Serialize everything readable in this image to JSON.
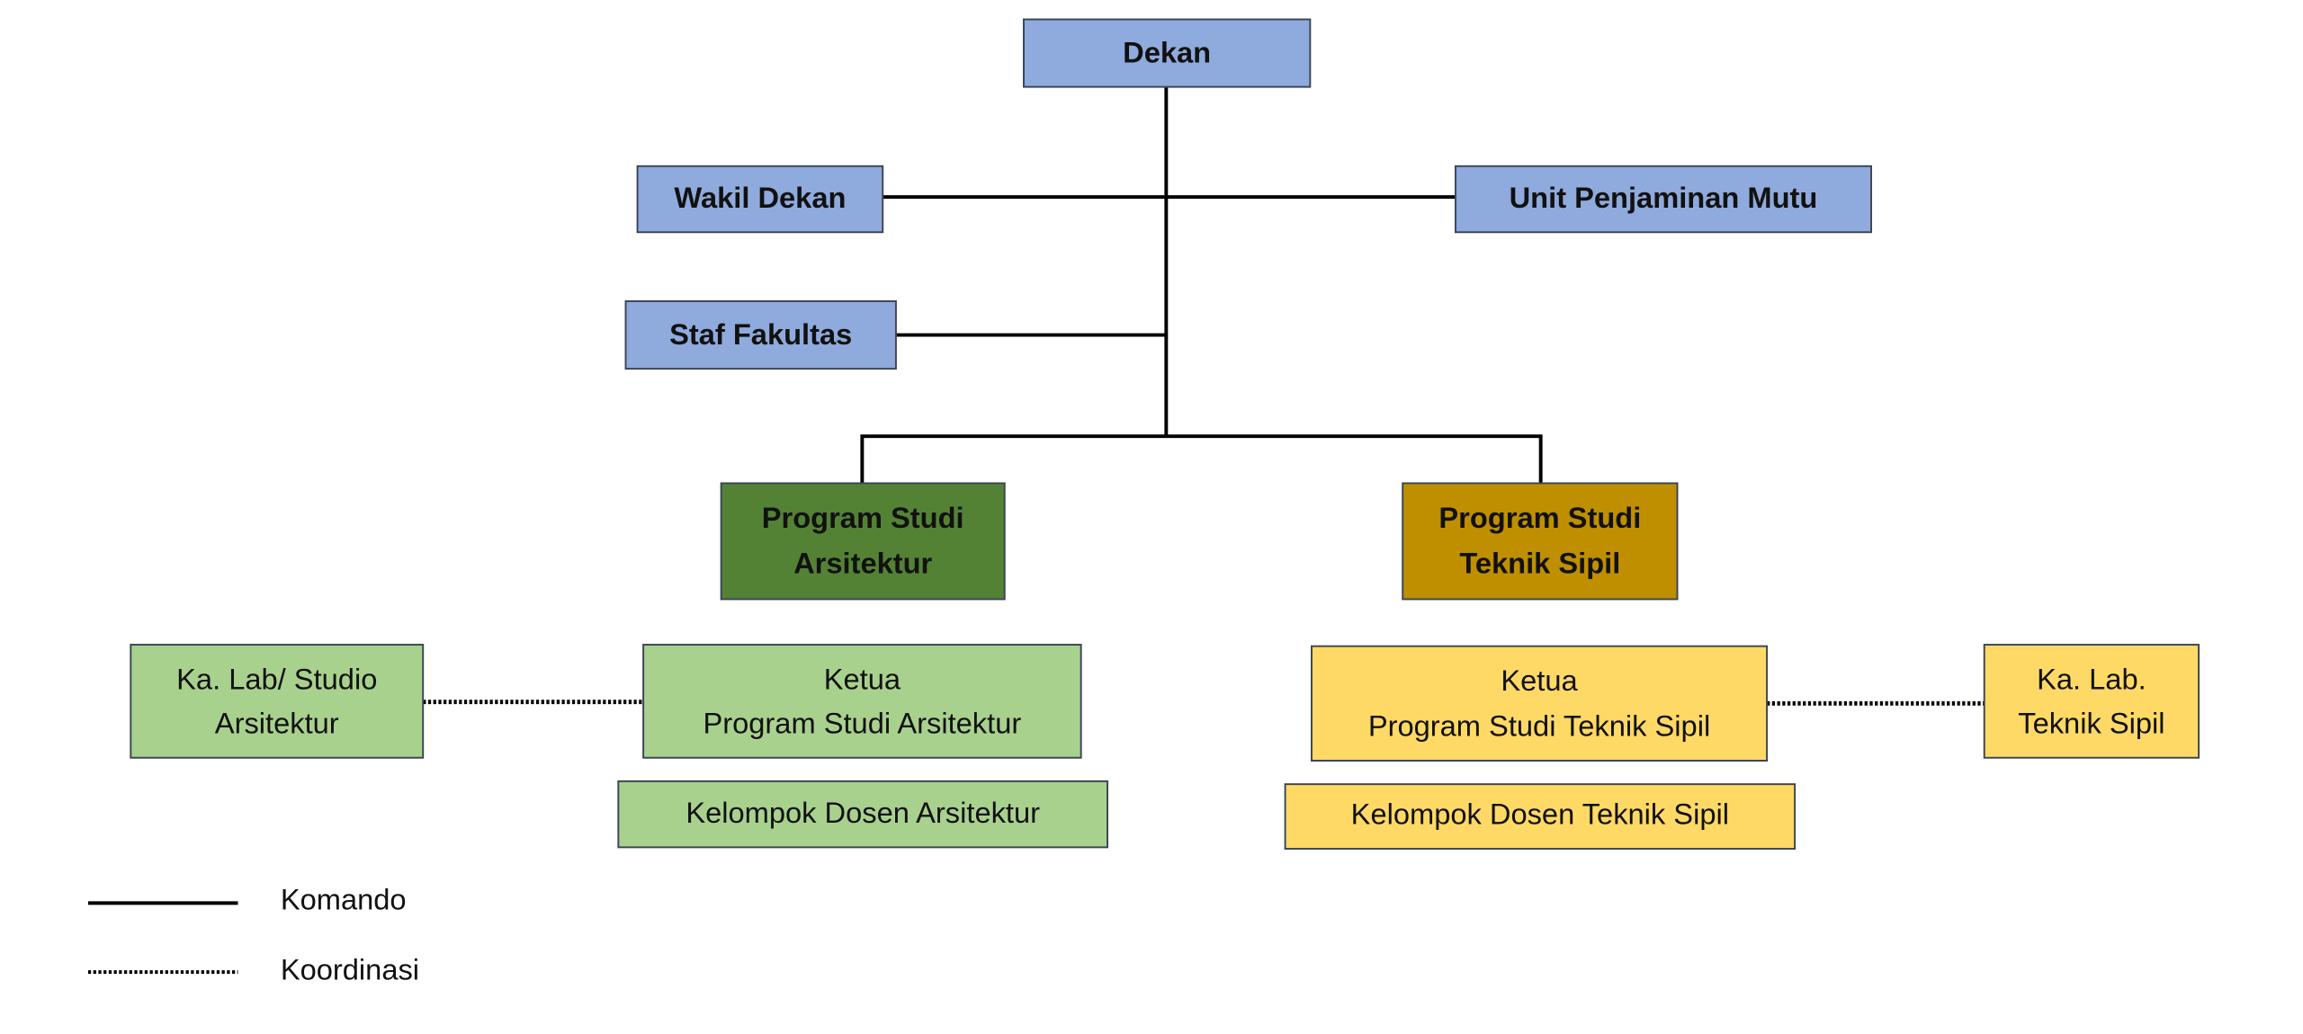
{
  "colors": {
    "blue": "#8faadc",
    "dark_green": "#548235",
    "light_green": "#a9d18e",
    "dark_gold": "#bf8f00",
    "light_yellow": "#ffd966"
  },
  "nodes": {
    "dekan": "Dekan",
    "wakil_dekan": "Wakil Dekan",
    "unit_penjaminan_mutu": "Unit Penjaminan Mutu",
    "staf_fakultas": "Staf Fakultas",
    "prodi_arsitektur": [
      "Program Studi",
      "Arsitektur"
    ],
    "prodi_teknik_sipil": [
      "Program Studi",
      "Teknik Sipil"
    ],
    "kalab_arsitektur": [
      "Ka. Lab/ Studio",
      "Arsitektur"
    ],
    "ketua_arsitektur": [
      "Ketua",
      "Program Studi Arsitektur"
    ],
    "kelompok_dosen_arsitektur": "Kelompok Dosen Arsitektur",
    "ketua_teknik_sipil": [
      "Ketua",
      "Program Studi Teknik Sipil"
    ],
    "kalab_teknik_sipil": [
      "Ka. Lab.",
      "Teknik Sipil"
    ],
    "kelompok_dosen_teknik_sipil": "Kelompok Dosen Teknik Sipil"
  },
  "legend": {
    "komando": "Komando",
    "koordinasi": "Koordinasi"
  }
}
